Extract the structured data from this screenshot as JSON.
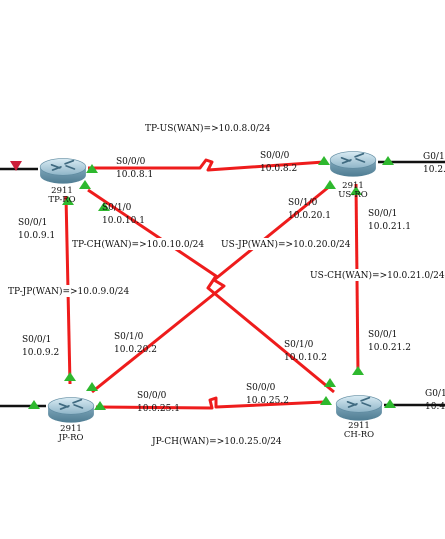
{
  "routers": [
    {
      "id": "tp",
      "model": "2911",
      "name": "TP-RO"
    },
    {
      "id": "us",
      "model": "2911",
      "name": "US-RO"
    },
    {
      "id": "jp",
      "model": "2911",
      "name": "JP-RO"
    },
    {
      "id": "ch",
      "model": "2911",
      "name": "CH-RO"
    }
  ],
  "wan_links": {
    "tp_us": "TP-US(WAN)=>10.0.8.0/24",
    "tp_ch": "TP-CH(WAN)=>10.0.10.0/24",
    "us_jp": "US-JP(WAN)=>10.0.20.0/24",
    "tp_jp": "TP-JP(WAN)=>10.0.9.0/24",
    "us_ch": "US-CH(WAN)=>10.0.21.0/24",
    "jp_ch": "JP-CH(WAN)=>10.0.25.0/24"
  },
  "interfaces": {
    "tp_s000": {
      "port": "S0/0/0",
      "ip": "10.0.8.1"
    },
    "us_s000": {
      "port": "S0/0/0",
      "ip": "10.0.8.2"
    },
    "tp_s010": {
      "port": "S0/1/0",
      "ip": "10.0.10.1"
    },
    "us_s010": {
      "port": "S0/1/0",
      "ip": "10.0.20.1"
    },
    "tp_s001": {
      "port": "S0/0/1",
      "ip": "10.0.9.1"
    },
    "us_s001": {
      "port": "S0/0/1",
      "ip": "10.0.21.1"
    },
    "jp_s001": {
      "port": "S0/0/1",
      "ip": "10.0.9.2"
    },
    "jp_s010": {
      "port": "S0/1/0",
      "ip": "10.0.20.2"
    },
    "ch_s010": {
      "port": "S0/1/0",
      "ip": "10.0.10.2"
    },
    "ch_s001": {
      "port": "S0/0/1",
      "ip": "10.0.21.2"
    },
    "jp_s000": {
      "port": "S0/0/0",
      "ip": "10.0.25.1"
    },
    "ch_s000": {
      "port": "S0/0/0",
      "ip": "10.0.25.2"
    },
    "us_g01": {
      "port": "G0/1",
      "ip": "10.2."
    },
    "ch_g01": {
      "port": "G0/1",
      "ip": "10.4."
    }
  },
  "colors": {
    "serial_link": "#ee1c1c",
    "ethernet_link": "#111111",
    "link_up": "#2eb82e",
    "link_down": "#cc1f3a",
    "router_body": "#8fb8cc"
  }
}
